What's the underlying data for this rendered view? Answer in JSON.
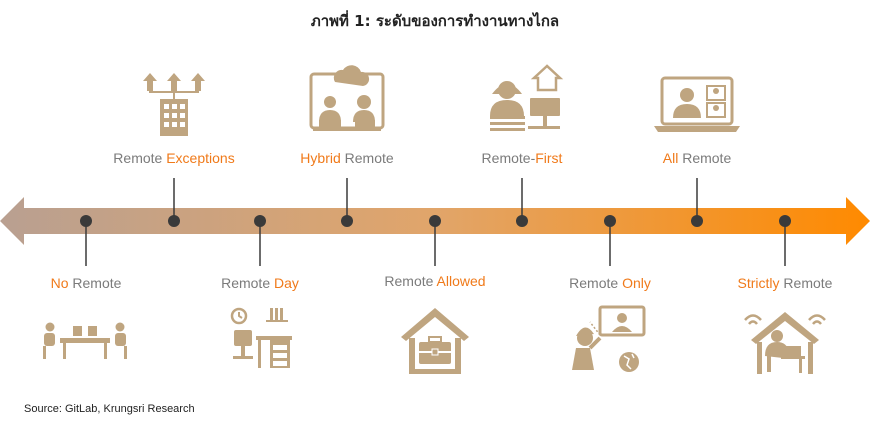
{
  "title": "ภาพที่ 1: ระดับของการทำงานทางไกล",
  "source": "Source: GitLab, Krungsri Research",
  "colors": {
    "icon": "#bfa580",
    "highlight": "#f07a1a",
    "text": "#7b7b7b",
    "arrow_start": "#b9a091",
    "arrow_end": "#ff8a00",
    "dot": "#3a3a3a"
  },
  "levels": [
    {
      "pre": "",
      "hi": "No",
      "post": " Remote",
      "icon": "office-desks-icon"
    },
    {
      "pre": "Remote ",
      "hi": "Exceptions",
      "post": "",
      "icon": "building-arrows-icon"
    },
    {
      "pre": "Remote ",
      "hi": "Day",
      "post": "",
      "icon": "home-desk-icon"
    },
    {
      "pre": "",
      "hi": "Hybrid",
      "post": " Remote",
      "icon": "hybrid-meeting-icon"
    },
    {
      "pre": "Remote ",
      "hi": "Allowed",
      "post": "",
      "icon": "house-briefcase-icon"
    },
    {
      "pre": "Remote-",
      "hi": "First",
      "post": "",
      "icon": "remote-first-worker-icon"
    },
    {
      "pre": "Remote ",
      "hi": "Only",
      "post": "",
      "icon": "global-video-call-icon"
    },
    {
      "pre": "",
      "hi": "All",
      "post": " Remote",
      "icon": "laptop-video-call-icon"
    },
    {
      "pre": "",
      "hi": "Strictly",
      "post": " Remote",
      "icon": "home-wifi-worker-icon"
    }
  ]
}
